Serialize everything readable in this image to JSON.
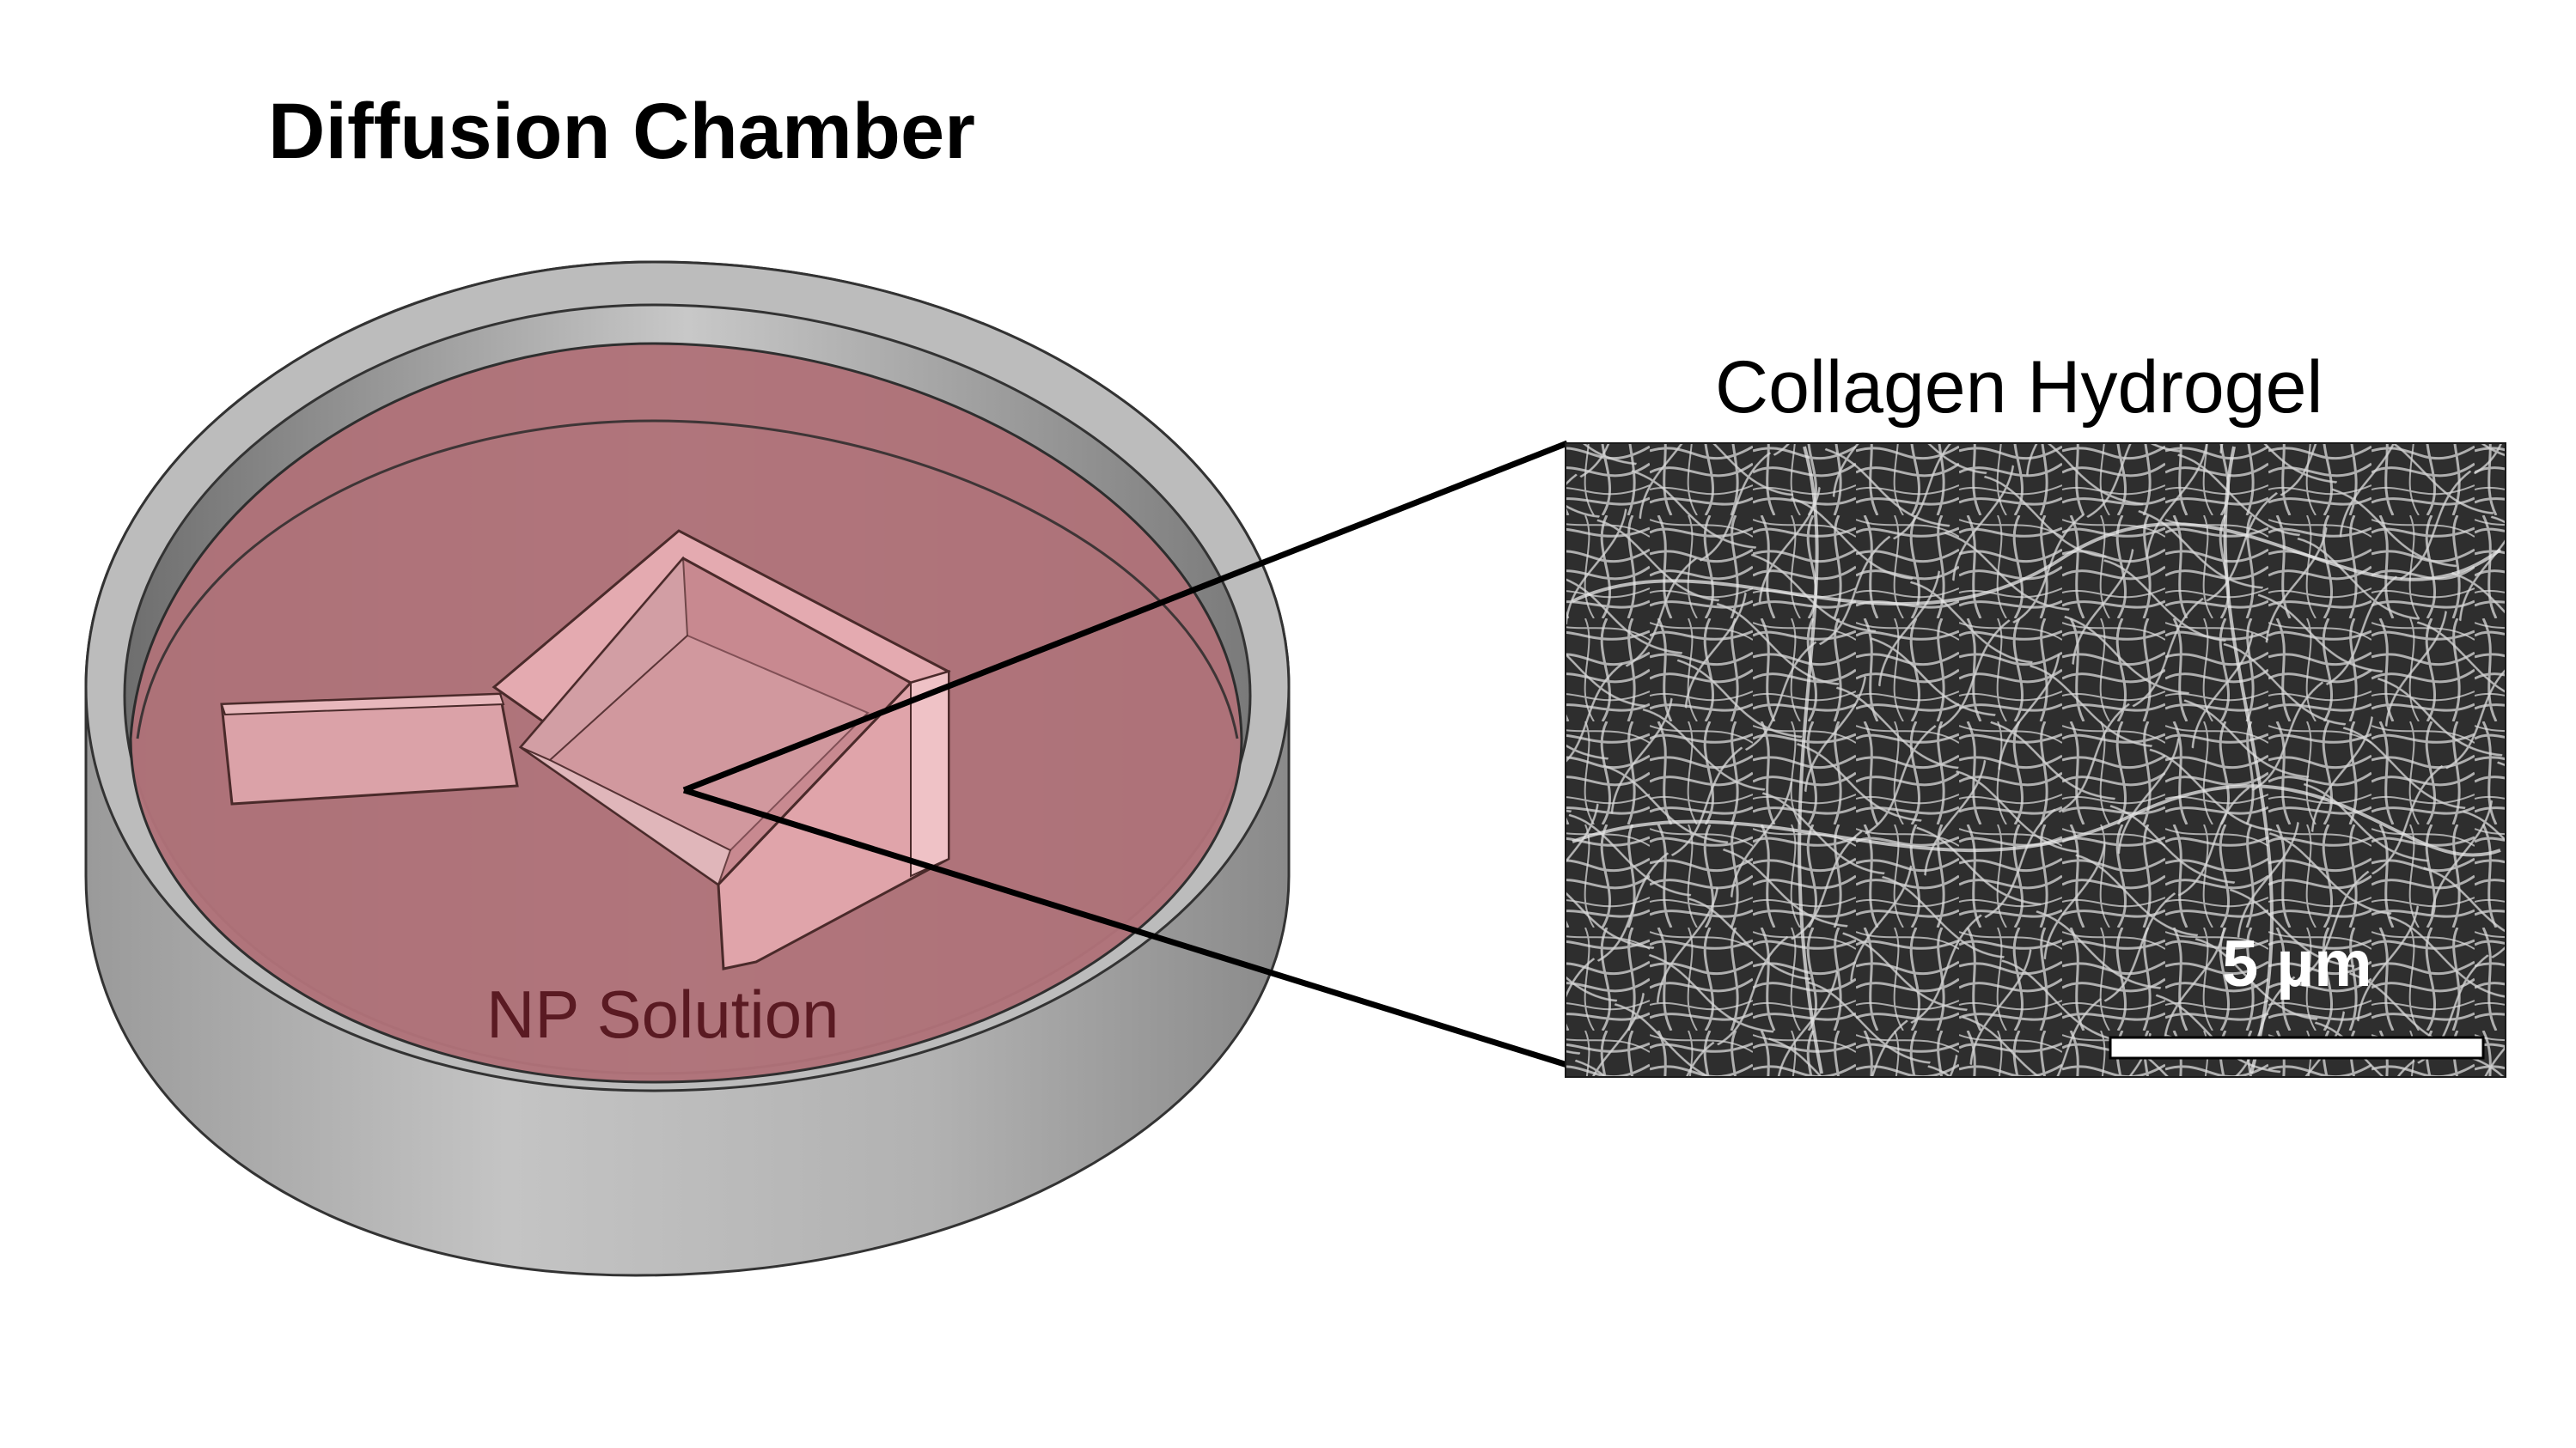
{
  "title": "Diffusion Chamber",
  "chamber": {
    "solution_label": "NP Solution"
  },
  "inset": {
    "title": "Collagen Hydrogel",
    "scale_bar_label": "5 µm"
  },
  "colors": {
    "solution": "#b07279",
    "dish_wall": "#a9a9a9",
    "insert": "#e5a9ae",
    "solution_label": "#5a1a22"
  },
  "icons": [
    "petri-dish-icon",
    "gel-insert-icon",
    "sem-micrograph-icon"
  ]
}
